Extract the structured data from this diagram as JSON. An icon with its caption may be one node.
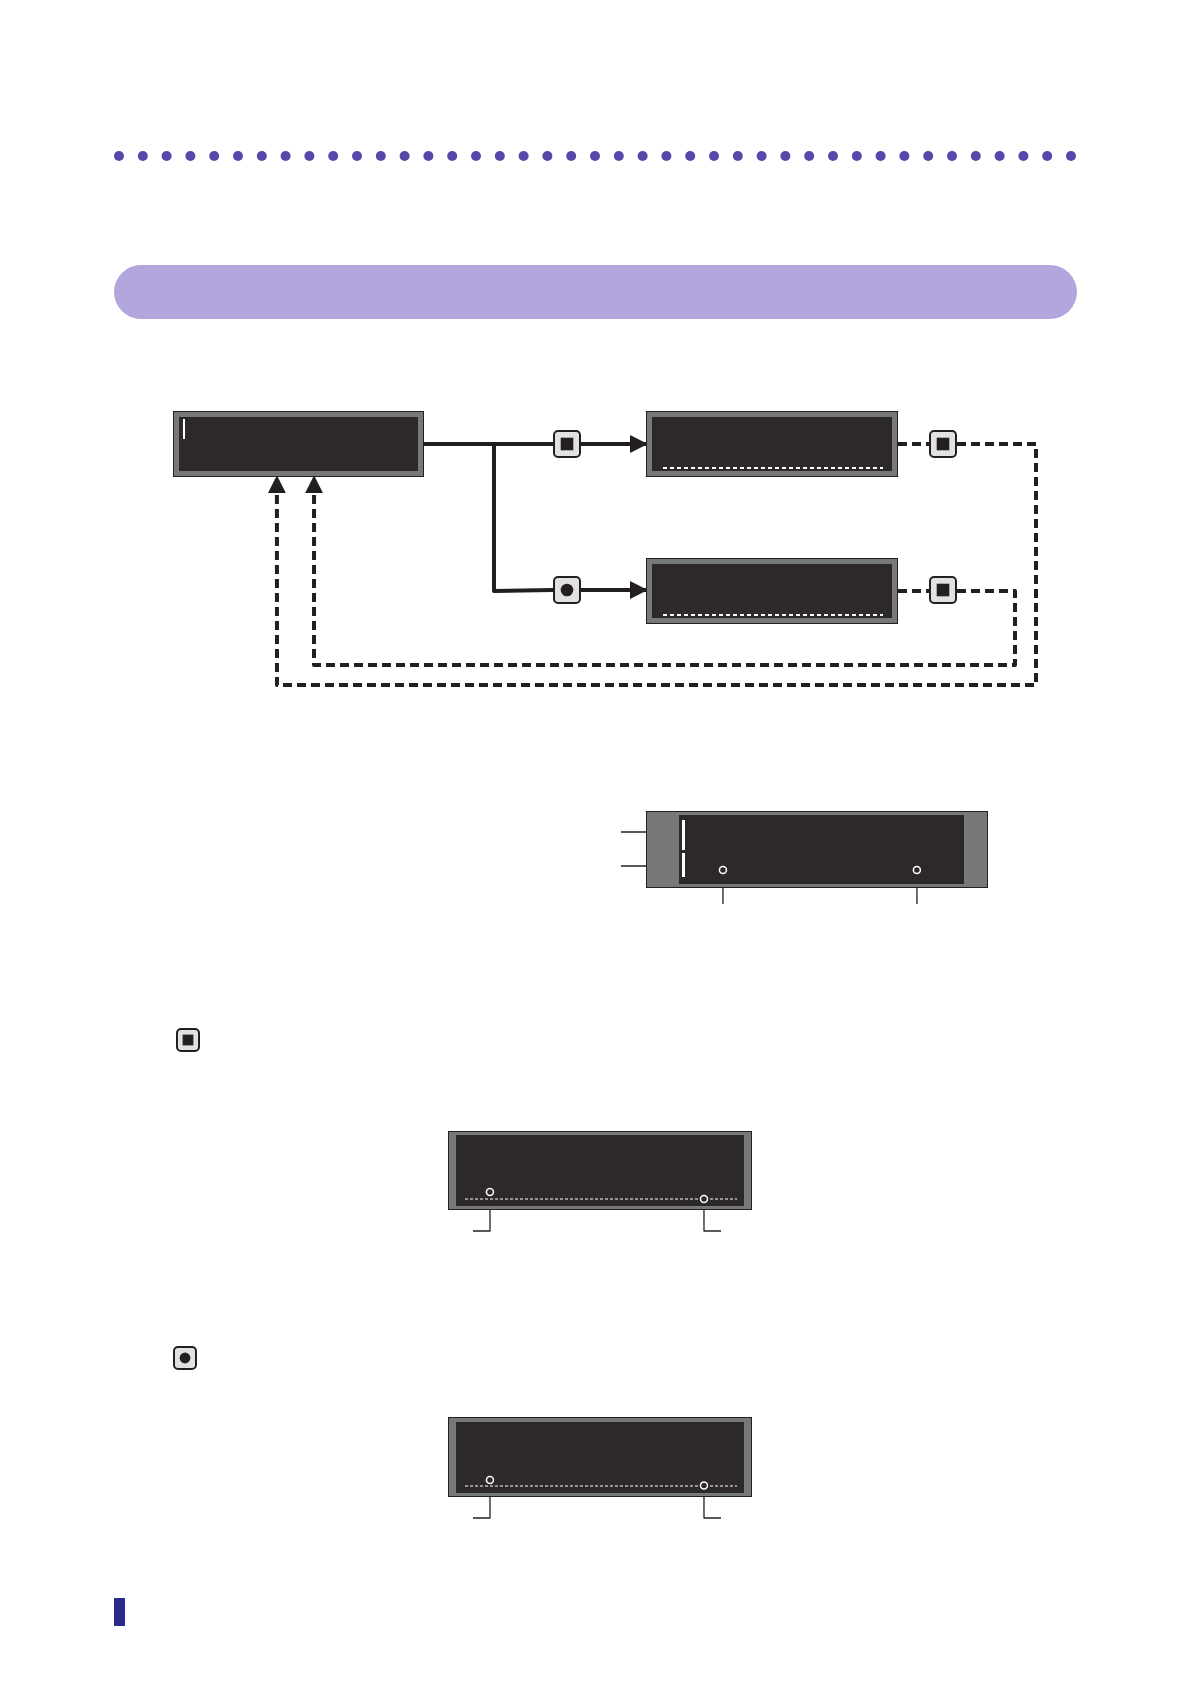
{
  "diagram": {
    "nodes": [
      {
        "text": [],
        "shape": "bar"
      },
      {
        "text": [],
        "shape": "box"
      },
      {
        "text": [],
        "shape": "button"
      },
      {
        "text": [],
        "shape": "box"
      },
      {
        "text": [],
        "shape": "button"
      },
      {
        "text": [],
        "shape": "box"
      },
      {
        "text": [],
        "shape": "button"
      },
      {
        "text": [],
        "shape": "button"
      },
      {
        "text": [],
        "shape": "box"
      },
      {
        "text": [],
        "shape": "button"
      },
      {
        "text": [],
        "shape": "box"
      },
      {
        "text": [],
        "shape": "button"
      },
      {
        "text": [],
        "shape": "box"
      }
    ],
    "edges": [
      {
        "from": 1,
        "to": 2,
        "arrow": "none",
        "style": "thick"
      },
      {
        "from": 2,
        "to": 3,
        "arrow": "to",
        "style": "thick"
      },
      {
        "from": 1,
        "to": 4,
        "arrow": "none",
        "style": "thick"
      },
      {
        "from": 4,
        "to": 5,
        "arrow": "to",
        "style": "thick"
      },
      {
        "from": 3,
        "to": 6,
        "arrow": "none",
        "style": "dashed"
      },
      {
        "from": 6,
        "to": 1,
        "arrow": "to",
        "style": "dashed"
      },
      {
        "from": 5,
        "to": 7,
        "arrow": "none",
        "style": "dashed"
      },
      {
        "from": 7,
        "to": 1,
        "arrow": "to",
        "style": "dashed"
      },
      {
        "from": null,
        "to": 8,
        "arrow": "none"
      },
      {
        "from": null,
        "to": 8,
        "arrow": "none"
      },
      {
        "from": null,
        "to": 8,
        "arrow": "none"
      },
      {
        "from": null,
        "to": 8,
        "arrow": "none"
      },
      {
        "from": null,
        "to": 10,
        "arrow": "none"
      },
      {
        "from": null,
        "to": 10,
        "arrow": "none"
      },
      {
        "from": null,
        "to": 12,
        "arrow": "none"
      },
      {
        "from": null,
        "to": 12,
        "arrow": "none"
      }
    ]
  }
}
